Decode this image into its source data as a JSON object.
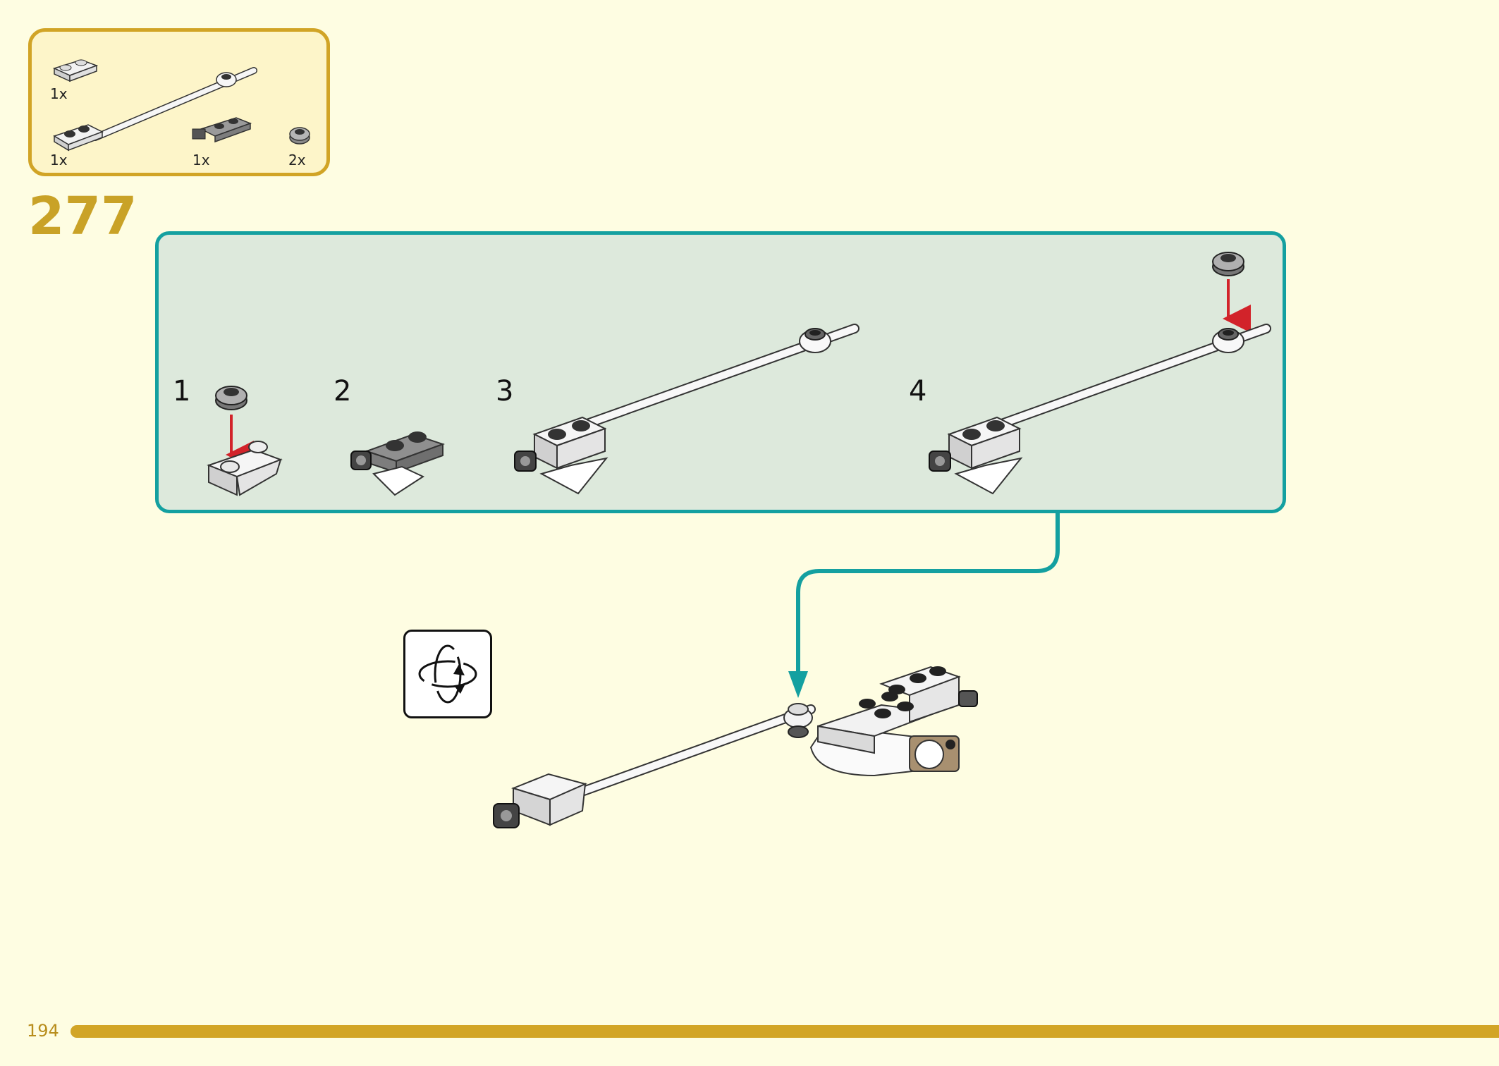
{
  "parts_list": {
    "items": [
      {
        "icon": "curved-slope-plate-icon",
        "qty": "1x"
      },
      {
        "icon": "plate-with-bar-icon",
        "qty": "1x"
      },
      {
        "icon": "hinge-plate-icon",
        "qty": "1x"
      },
      {
        "icon": "round-plate-icon",
        "qty": "2x"
      }
    ]
  },
  "step": {
    "number": "277"
  },
  "sub_steps": [
    {
      "label": "1"
    },
    {
      "label": "2"
    },
    {
      "label": "3"
    },
    {
      "label": "4"
    }
  ],
  "rotate_icon": "rotate-model-icon",
  "footer": {
    "page_number": "194"
  },
  "colors": {
    "background": "#fefde2",
    "accent_gold": "#d1a426",
    "panel_teal": "#14a0a0",
    "panel_fill": "#dde9dc",
    "arrow_red": "#d2232a"
  }
}
